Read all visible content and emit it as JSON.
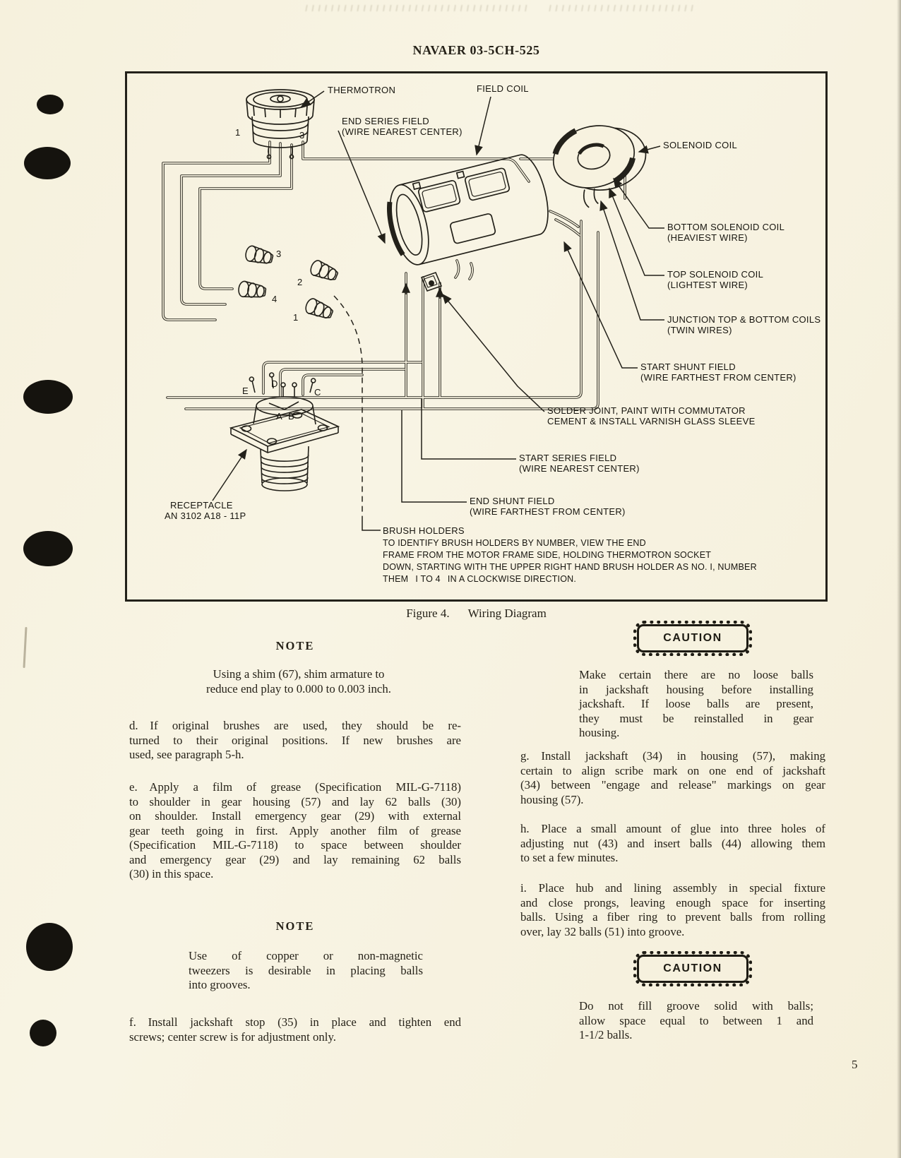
{
  "page": {
    "header": "NAVAER 03-5CH-525",
    "page_number": "5",
    "figure_caption": {
      "label": "Figure 4.",
      "title": "Wiring Diagram"
    }
  },
  "diagram": {
    "labels": {
      "thermotron": "THERMOTRON",
      "field_coil": "FIELD COIL",
      "end_series_field": {
        "l1": "END SERIES FIELD",
        "l2": "(WIRE NEAREST CENTER)"
      },
      "solenoid_coil": "SOLENOID COIL",
      "bottom_solenoid_coil": {
        "l1": "BOTTOM SOLENOID COIL",
        "l2": "(HEAVIEST WIRE)"
      },
      "top_solenoid_coil": {
        "l1": "TOP SOLENOID COIL",
        "l2": "(LIGHTEST WIRE)"
      },
      "junction_coils": {
        "l1": "JUNCTION TOP & BOTTOM COILS",
        "l2": "(TWIN WIRES)"
      },
      "start_shunt_field": {
        "l1": "START SHUNT FIELD",
        "l2": "(WIRE FARTHEST FROM CENTER)"
      },
      "solder_joint": {
        "l1": "SOLDER JOINT, PAINT WITH COMMUTATOR",
        "l2": "CEMENT & INSTALL VARNISH GLASS SLEEVE"
      },
      "start_series_field": {
        "l1": "START SERIES FIELD",
        "l2": "(WIRE NEAREST CENTER)"
      },
      "end_shunt_field": {
        "l1": "END SHUNT FIELD",
        "l2": "(WIRE FARTHEST FROM CENTER)"
      },
      "receptacle": {
        "l1": "RECEPTACLE",
        "l2": "AN 3102 A18 - 11P"
      },
      "brush_holders_title": "BRUSH HOLDERS",
      "brush_holders_note": [
        "TO IDENTIFY BRUSH HOLDERS BY NUMBER, VIEW THE END",
        "FRAME FROM THE MOTOR FRAME SIDE, HOLDING THERMOTRON SOCKET",
        "DOWN, STARTING WITH THE UPPER RIGHT HAND BRUSH HOLDER AS NO. I, NUMBER",
        "THEM  I TO 4  IN A CLOCKWISE DIRECTION."
      ]
    },
    "callout_numbers": {
      "socket_1": "1",
      "socket_3": "3",
      "brush_3": "3",
      "brush_2": "2",
      "brush_4": "4",
      "brush_1": "1"
    },
    "pin_letters": {
      "e": "E",
      "d": "D",
      "c": "C",
      "a": "A",
      "b": "B"
    }
  },
  "left_column": {
    "note1_heading": "NOTE",
    "note1_lines": [
      "Using a shim (67), shim armature to",
      "reduce end play to 0.000 to 0.003 inch."
    ],
    "para_d_lines": [
      "d.  If original brushes are used,  they should be re-",
      "turned to their original positions.  If new brushes are",
      "used,  see paragraph 5-h."
    ],
    "para_e_lines": [
      "e.  Apply a film of grease (Specification MIL-G-7118)",
      "to shoulder in gear housing (57) and lay 62 balls (30)",
      "on shoulder.  Install emergency gear (29) with external",
      "gear teeth going in first.  Apply another film of grease",
      "(Specification MIL-G-7118) to space between shoulder",
      "and emergency gear (29) and lay remaining 62 balls",
      "(30) in this space."
    ],
    "note2_heading": "NOTE",
    "note2_lines": [
      "Use  of  copper  or  non-magnetic",
      "tweezers is desirable in placing balls",
      "into grooves."
    ],
    "para_f_lines": [
      "f.  Install jackshaft stop (35) in place and tighten end",
      "screws; center screw is for adjustment only."
    ]
  },
  "right_column": {
    "caution1_label": "CAUTION",
    "caution1_lines": [
      "Make certain there are no loose balls",
      "in jackshaft housing before installing",
      "jackshaft.  If loose balls are present,",
      "they  must  be  reinstalled  in  gear",
      "housing."
    ],
    "para_g_lines": [
      "g.  Install  jackshaft  (34)  in  housing  (57),  making",
      "certain to align scribe mark on one end of jackshaft",
      "(34) between \"engage and release\" markings on gear",
      "housing (57)."
    ],
    "para_h_lines": [
      "h.  Place a small amount of glue into three holes of",
      "adjusting nut (43) and insert balls (44) allowing them",
      "to set a few minutes."
    ],
    "para_i_lines": [
      "i.  Place hub and lining assembly in special fixture",
      "and close prongs, leaving enough space for inserting",
      "balls.  Using a fiber ring to prevent balls from rolling",
      "over,  lay 32 balls (51) into groove."
    ],
    "caution2_label": "CAUTION",
    "caution2_lines": [
      "Do not fill groove solid with balls;",
      "allow  space  equal  to  between  1 and",
      "1-1/2 balls."
    ]
  }
}
